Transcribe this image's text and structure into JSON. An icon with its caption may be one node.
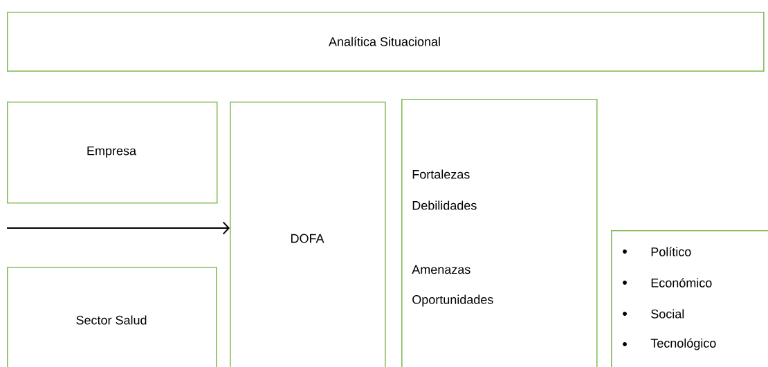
{
  "diagram": {
    "nodes": [
      {
        "text": [
          "Analítica Situacional"
        ]
      },
      {
        "text": [
          "Empresa"
        ]
      },
      {
        "text": [
          "Sector Salud"
        ]
      },
      {
        "text": [
          "DOFA"
        ]
      },
      {
        "text": [
          "Fortalezas",
          "Debilidades",
          "Amenazas",
          "Oportunidades"
        ]
      },
      {
        "text": [
          "Político",
          "Económico",
          "Social",
          "Tecnológico"
        ]
      }
    ],
    "edges": [
      {
        "from": null,
        "to": 3,
        "arrow": "to"
      }
    ]
  }
}
